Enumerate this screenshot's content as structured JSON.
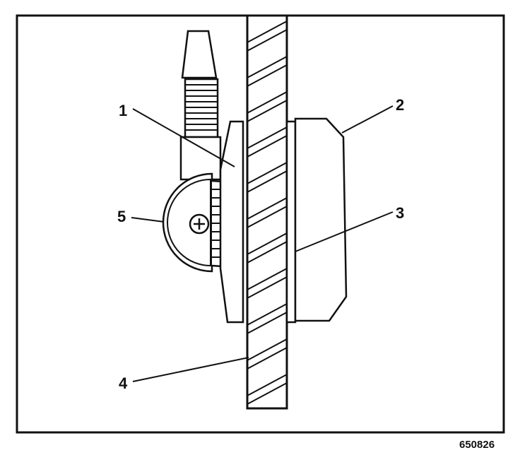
{
  "diagram": {
    "figure_id": "650826",
    "callouts": [
      {
        "id": "1",
        "label": "1"
      },
      {
        "id": "2",
        "label": "2"
      },
      {
        "id": "3",
        "label": "3"
      },
      {
        "id": "4",
        "label": "4"
      },
      {
        "id": "5",
        "label": "5"
      }
    ]
  },
  "colors": {
    "line": "#111111",
    "background": "#ffffff"
  }
}
